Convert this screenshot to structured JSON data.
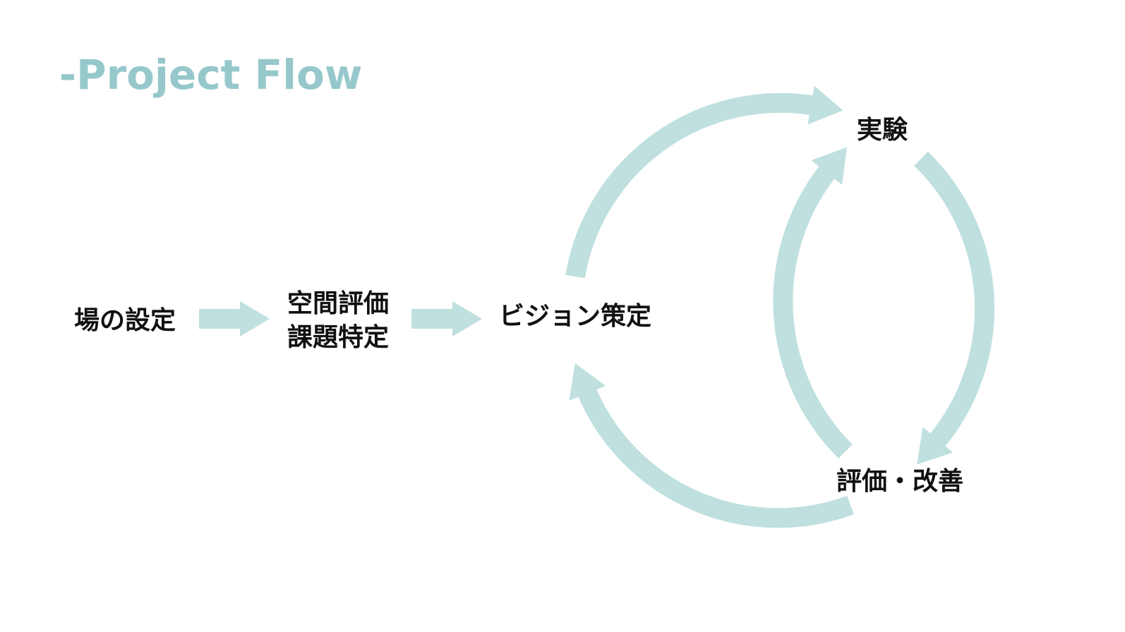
{
  "title": "-Project Flow",
  "colors": {
    "arrow": "#bfe0df",
    "title": "#96c8cb",
    "text": "#111111"
  },
  "steps": {
    "setting": "場の設定",
    "evaluation_line1": "空間評価",
    "evaluation_line2": "課題特定",
    "vision": "ビジョン策定",
    "experiment": "実験",
    "improve": "評価・改善"
  }
}
